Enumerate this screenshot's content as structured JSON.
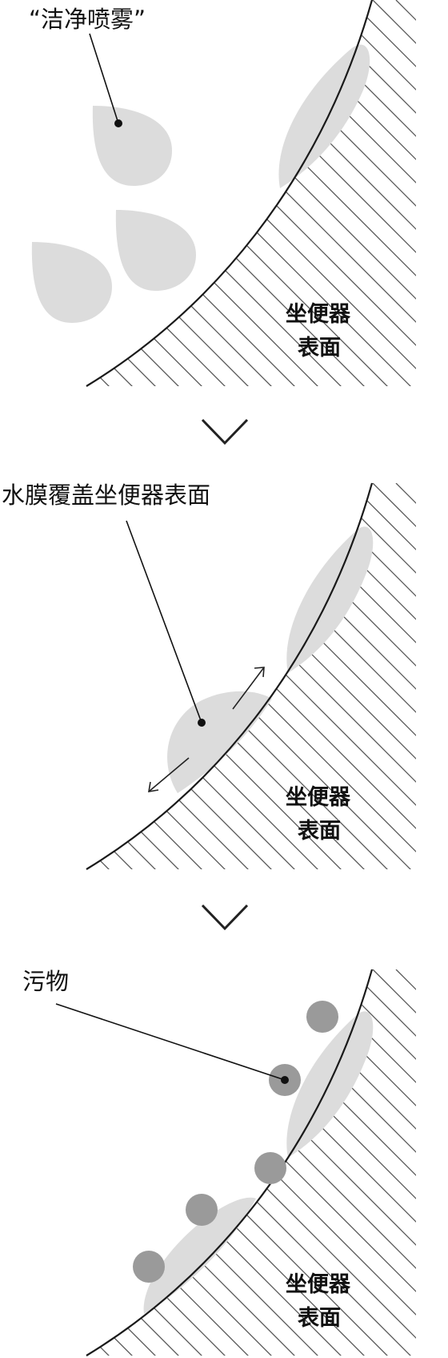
{
  "panel1": {
    "callout": "“洁净喷雾”",
    "surface_line1": "坐便器",
    "surface_line2": "表面"
  },
  "panel2": {
    "callout": "水膜覆盖坐便器表面",
    "surface_line1": "坐便器",
    "surface_line2": "表面"
  },
  "panel3": {
    "callout": "污物",
    "surface_line1": "坐便器",
    "surface_line2": "表面"
  },
  "colors": {
    "mist": "#dcdcdc",
    "dirt": "#9a9a9a",
    "line": "#1a1a1a"
  },
  "icons": [
    "chevron-down-icon",
    "chevron-down-icon"
  ]
}
